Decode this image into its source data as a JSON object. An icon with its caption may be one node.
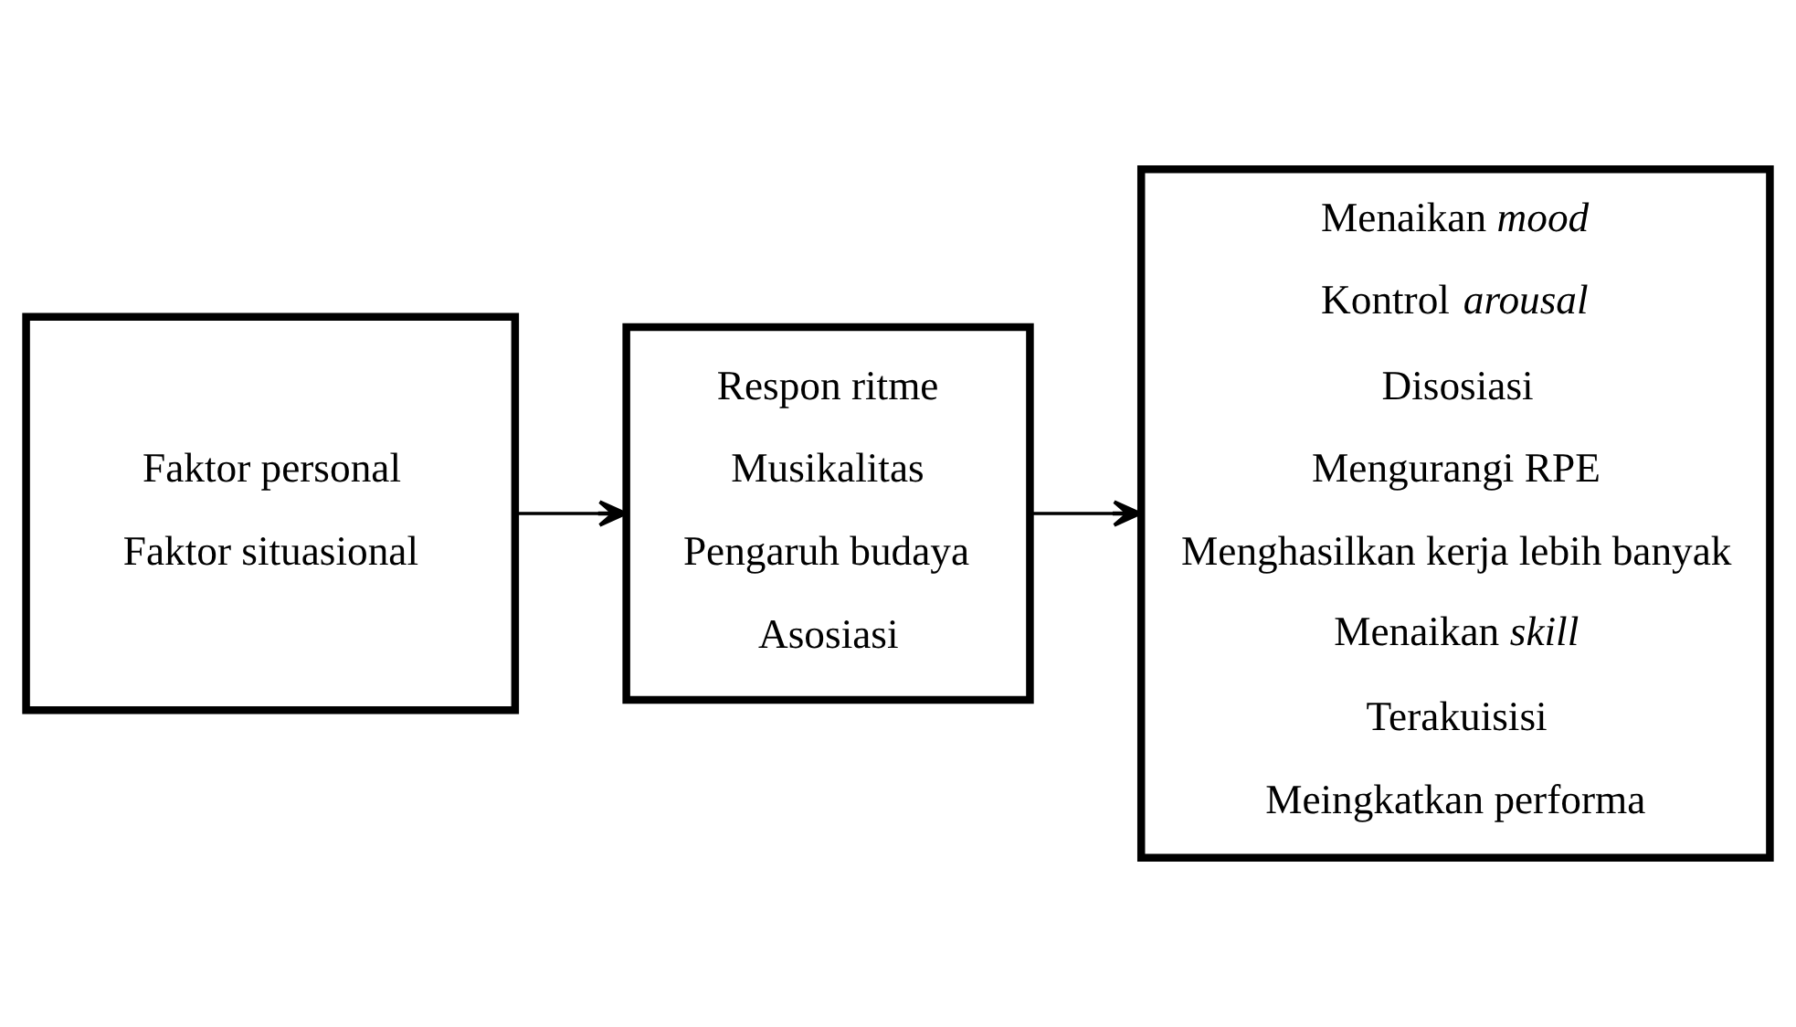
{
  "diagram": {
    "nodes": [
      {
        "text": [
          "Faktor personal",
          "Faktor situasional"
        ]
      },
      {
        "text": [
          "Respon ritme",
          "Musikalitas",
          "Pengaruh budaya",
          "Asosiasi"
        ]
      },
      {
        "text": [
          "Menaikan *mood*",
          "Kontrol *arousal*",
          "Disosiasi",
          "Mengurangi RPE",
          "Menghasilkan kerja lebih banyak",
          "Menaikan *skill*",
          "Terakuisisi",
          "Meingkatkan performa"
        ]
      }
    ],
    "edges": [
      {
        "from": 0,
        "to": 1,
        "arrow": "to"
      },
      {
        "from": 1,
        "to": 2,
        "arrow": "to"
      }
    ]
  }
}
